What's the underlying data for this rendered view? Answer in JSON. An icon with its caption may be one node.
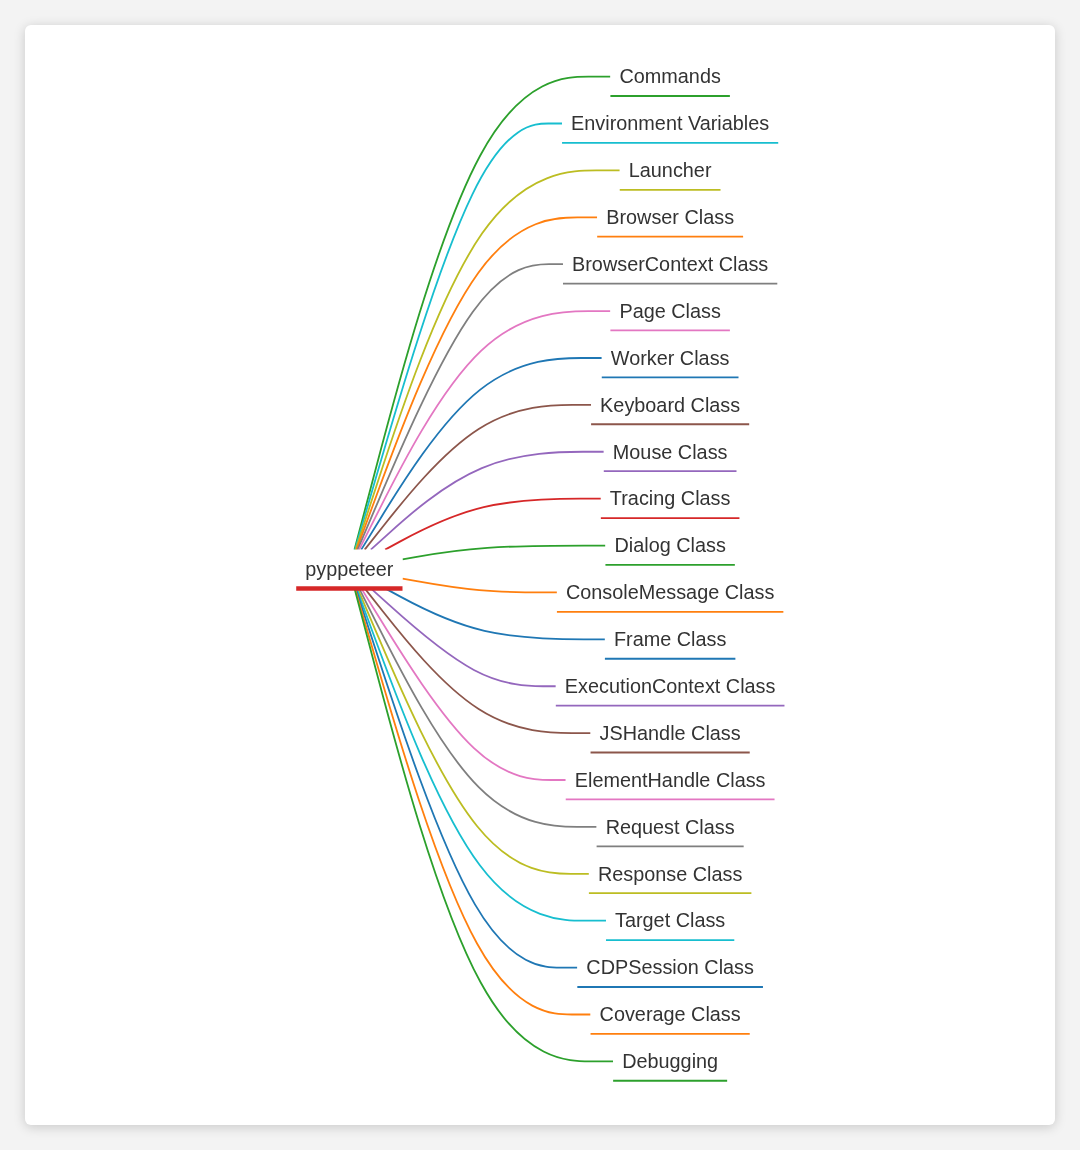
{
  "diagram": {
    "nodes": [
      {
        "text": [
          "pyppeteer"
        ]
      },
      {
        "text": [
          "Commands"
        ]
      },
      {
        "text": [
          "Environment Variables"
        ]
      },
      {
        "text": [
          "Launcher"
        ]
      },
      {
        "text": [
          "Browser Class"
        ]
      },
      {
        "text": [
          "BrowserContext Class"
        ]
      },
      {
        "text": [
          "Page Class"
        ]
      },
      {
        "text": [
          "Worker Class"
        ]
      },
      {
        "text": [
          "Keyboard Class"
        ]
      },
      {
        "text": [
          "Mouse Class"
        ]
      },
      {
        "text": [
          "Tracing Class"
        ]
      },
      {
        "text": [
          "Dialog Class"
        ]
      },
      {
        "text": [
          "ConsoleMessage Class"
        ]
      },
      {
        "text": [
          "Frame Class"
        ]
      },
      {
        "text": [
          "ExecutionContext Class"
        ]
      },
      {
        "text": [
          "JSHandle Class"
        ]
      },
      {
        "text": [
          "ElementHandle Class"
        ]
      },
      {
        "text": [
          "Request Class"
        ]
      },
      {
        "text": [
          "Response Class"
        ]
      },
      {
        "text": [
          "Target Class"
        ]
      },
      {
        "text": [
          "CDPSession Class"
        ]
      },
      {
        "text": [
          "Coverage Class"
        ]
      },
      {
        "text": [
          "Debugging"
        ]
      }
    ],
    "edges": [
      {
        "from": 0,
        "to": 1,
        "arrow": "none",
        "color": "#2ca02c"
      },
      {
        "from": 0,
        "to": 2,
        "arrow": "none",
        "color": "#17becf"
      },
      {
        "from": 0,
        "to": 3,
        "arrow": "none",
        "color": "#bcbd22"
      },
      {
        "from": 0,
        "to": 4,
        "arrow": "none",
        "color": "#ff7f0e"
      },
      {
        "from": 0,
        "to": 5,
        "arrow": "none",
        "color": "#7f7f7f"
      },
      {
        "from": 0,
        "to": 6,
        "arrow": "none",
        "color": "#e377c2"
      },
      {
        "from": 0,
        "to": 7,
        "arrow": "none",
        "color": "#1f77b4"
      },
      {
        "from": 0,
        "to": 8,
        "arrow": "none",
        "color": "#8c564b"
      },
      {
        "from": 0,
        "to": 9,
        "arrow": "none",
        "color": "#9467bd"
      },
      {
        "from": 0,
        "to": 10,
        "arrow": "none",
        "color": "#d62728"
      },
      {
        "from": 0,
        "to": 11,
        "arrow": "none",
        "color": "#2ca02c"
      },
      {
        "from": 0,
        "to": 12,
        "arrow": "none",
        "color": "#ff7f0e"
      },
      {
        "from": 0,
        "to": 13,
        "arrow": "none",
        "color": "#1f77b4"
      },
      {
        "from": 0,
        "to": 14,
        "arrow": "none",
        "color": "#9467bd"
      },
      {
        "from": 0,
        "to": 15,
        "arrow": "none",
        "color": "#8c564b"
      },
      {
        "from": 0,
        "to": 16,
        "arrow": "none",
        "color": "#e377c2"
      },
      {
        "from": 0,
        "to": 17,
        "arrow": "none",
        "color": "#7f7f7f"
      },
      {
        "from": 0,
        "to": 18,
        "arrow": "none",
        "color": "#bcbd22"
      },
      {
        "from": 0,
        "to": 19,
        "arrow": "none",
        "color": "#17becf"
      },
      {
        "from": 0,
        "to": 20,
        "arrow": "none",
        "color": "#1f77b4"
      },
      {
        "from": 0,
        "to": 21,
        "arrow": "none",
        "color": "#ff7f0e"
      },
      {
        "from": 0,
        "to": 22,
        "arrow": "none",
        "color": "#2ca02c"
      }
    ]
  }
}
